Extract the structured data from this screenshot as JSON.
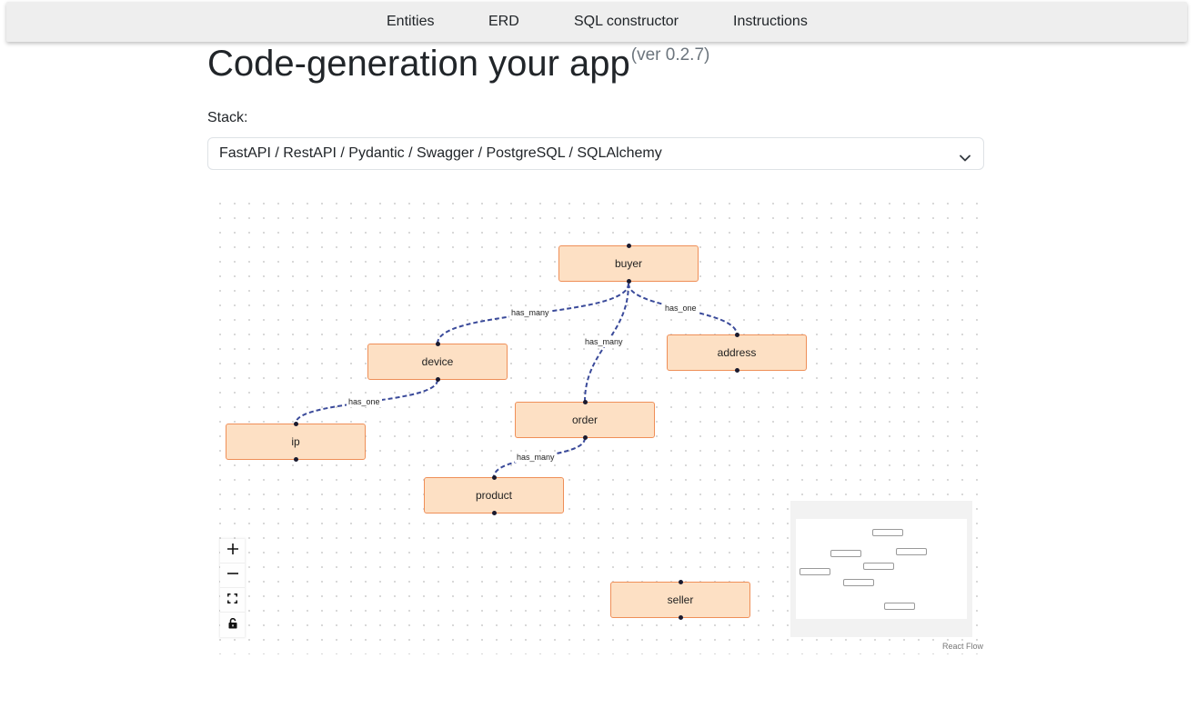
{
  "nav": {
    "items": [
      {
        "label": "Entities"
      },
      {
        "label": "ERD"
      },
      {
        "label": "SQL constructor"
      },
      {
        "label": "Instructions"
      }
    ]
  },
  "header": {
    "title": "Code-generation your app",
    "version": "(ver 0.2.7)"
  },
  "stack": {
    "label": "Stack:",
    "selected": "FastAPI / RestAPI / Pydantic / Swagger / PostgreSQL / SQLAlchemy"
  },
  "diagram": {
    "nodes": [
      {
        "id": "buyer",
        "label": "buyer"
      },
      {
        "id": "device",
        "label": "device"
      },
      {
        "id": "address",
        "label": "address"
      },
      {
        "id": "ip",
        "label": "ip"
      },
      {
        "id": "order",
        "label": "order"
      },
      {
        "id": "product",
        "label": "product"
      },
      {
        "id": "seller",
        "label": "seller"
      }
    ],
    "edges": [
      {
        "source": "buyer",
        "target": "device",
        "label": "has_many"
      },
      {
        "source": "buyer",
        "target": "order",
        "label": "has_many"
      },
      {
        "source": "buyer",
        "target": "address",
        "label": "has_one"
      },
      {
        "source": "device",
        "target": "ip",
        "label": "has_one"
      },
      {
        "source": "order",
        "target": "product",
        "label": "has_many"
      }
    ],
    "edge_color": "#3a4a9a",
    "node_fill": "#fde0c4",
    "node_border": "#ef8f58"
  },
  "controls": {
    "zoom_in": "plus-icon",
    "zoom_out": "minus-icon",
    "fit_view": "fit-view-icon",
    "lock": "lock-icon"
  },
  "attribution": "React Flow"
}
